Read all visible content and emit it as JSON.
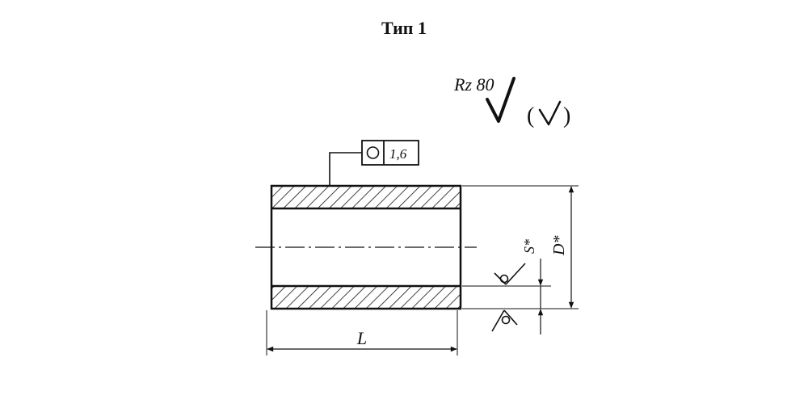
{
  "title": "Тип 1",
  "roughness": {
    "general": "Rz 80",
    "check_symbol": "√",
    "paren_open": "(",
    "paren_check": "√",
    "paren_close": ")"
  },
  "tolerance_frame": {
    "symbol_name": "circularity-circle",
    "value": "1,6"
  },
  "dimensions": {
    "length": "L",
    "wall": "S*",
    "diameter": "D*"
  },
  "colors": {
    "ink": "#111111"
  }
}
